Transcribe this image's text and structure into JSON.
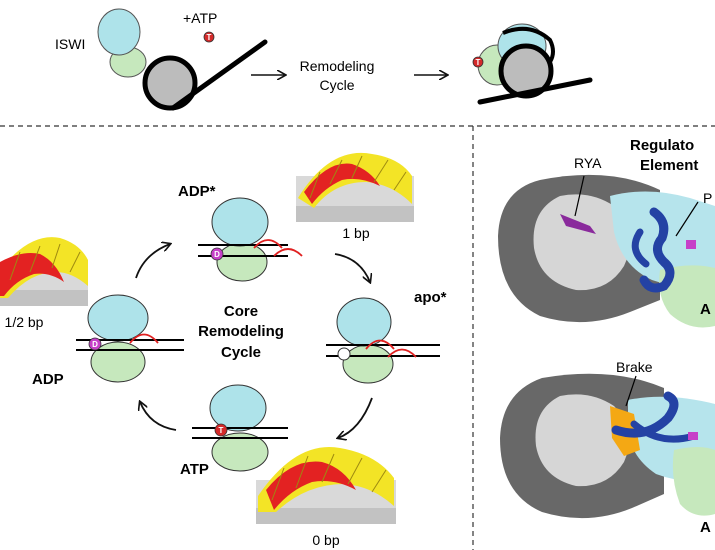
{
  "top": {
    "iswi_label": "ISWI",
    "atp_label": "+ATP",
    "cycle_label_line1": "Remodeling",
    "cycle_label_line2": "Cycle"
  },
  "center": {
    "line1": "Core",
    "line2": "Remodeling",
    "line3": "Cycle"
  },
  "states": {
    "adp_star": "ADP*",
    "apo_star": "apo*",
    "adp": "ADP",
    "atp": "ATP"
  },
  "steps": {
    "one_bp": "1 bp",
    "half_bp": "1/2 bp",
    "zero_bp": "0 bp"
  },
  "badges": {
    "atp": "T",
    "adp": "D"
  },
  "right_panel": {
    "title_line1": "Regulato",
    "title_line2": "Element",
    "rya": "RYA",
    "p_cut": "P",
    "brake": "Brake",
    "a_cut_top": "A",
    "a_cut_bottom": "A"
  },
  "colors": {
    "atpase_lobe_blue": "#aee3ea",
    "atpase_lobe_green": "#c6e8bd",
    "atp_badge": "#d42a2a",
    "adp_badge": "#c640c8",
    "dna_red": "#e32222",
    "dna_yellow": "#f4e42a",
    "nucleosome_dark": "#686868",
    "histone_light": "#d4d4d4",
    "regulatory_blue": "#2442a4",
    "rya_purple": "#8a2a9c",
    "brake_orange": "#f4a814"
  }
}
